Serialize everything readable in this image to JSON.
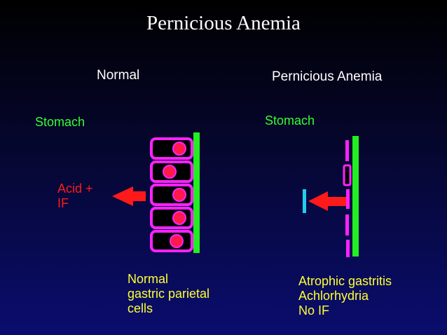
{
  "title": "Pernicious Anemia",
  "normal": {
    "heading": "Normal",
    "organ_label": "Stomach",
    "secretion_line1": "Acid +",
    "secretion_line2": "IF",
    "caption_line1": "Normal",
    "caption_line2": "gastric parietal",
    "caption_line3": "cells"
  },
  "pernicious": {
    "heading": "Pernicious Anemia",
    "organ_label": "Stomach",
    "caption_line1": "Atrophic gastritis",
    "caption_line2": "Achlorhydria",
    "caption_line3": "No IF"
  },
  "colors": {
    "cell_outline": "#ff22ff",
    "nucleus": "#ff1a4a",
    "membrane": "#22ee22",
    "arrow": "#ff1a1a",
    "blocked_bar": "#22ccee",
    "label_green": "#33ff33",
    "label_yellow": "#ffff33"
  },
  "normal_cell_count": 5
}
